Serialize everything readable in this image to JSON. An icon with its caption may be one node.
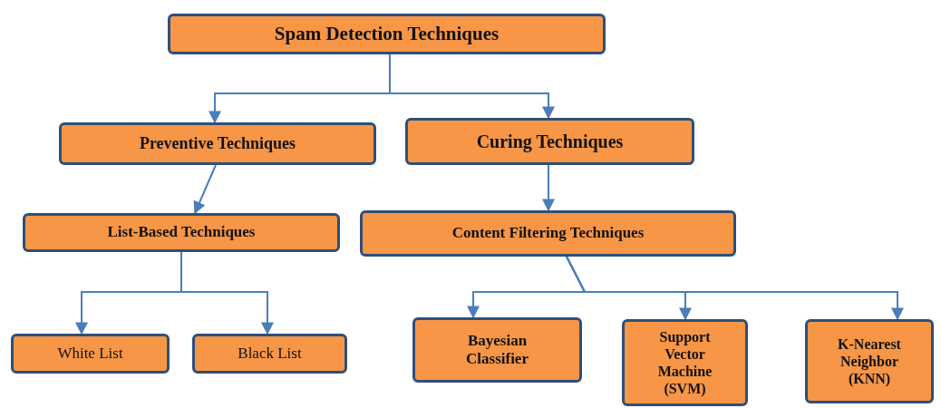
{
  "diagram": {
    "nodes": [
      {
        "text": [
          "Spam Detection Techniques"
        ]
      },
      {
        "text": [
          "Preventive Techniques"
        ]
      },
      {
        "text": [
          "Curing Techniques"
        ]
      },
      {
        "text": [
          "List-Based Techniques"
        ]
      },
      {
        "text": [
          "Content Filtering Techniques"
        ]
      },
      {
        "text": [
          "White List"
        ]
      },
      {
        "text": [
          "Black List"
        ]
      },
      {
        "text": [
          "Bayesian Classifier"
        ]
      },
      {
        "text": [
          "Support Vector Machine (SVM)"
        ]
      },
      {
        "text": [
          "K-Nearest Neighbor (KNN)"
        ]
      }
    ],
    "edges": [
      {
        "from": 0,
        "to": 1,
        "arrow": "to"
      },
      {
        "from": 0,
        "to": 2,
        "arrow": "to"
      },
      {
        "from": 1,
        "to": 3,
        "arrow": "to"
      },
      {
        "from": 2,
        "to": 4,
        "arrow": "to"
      },
      {
        "from": 3,
        "to": 5,
        "arrow": "to"
      },
      {
        "from": 3,
        "to": 6,
        "arrow": "to"
      },
      {
        "from": 4,
        "to": 7,
        "arrow": "to"
      },
      {
        "from": 4,
        "to": 8,
        "arrow": "to"
      },
      {
        "from": 4,
        "to": 9,
        "arrow": "to"
      }
    ]
  }
}
